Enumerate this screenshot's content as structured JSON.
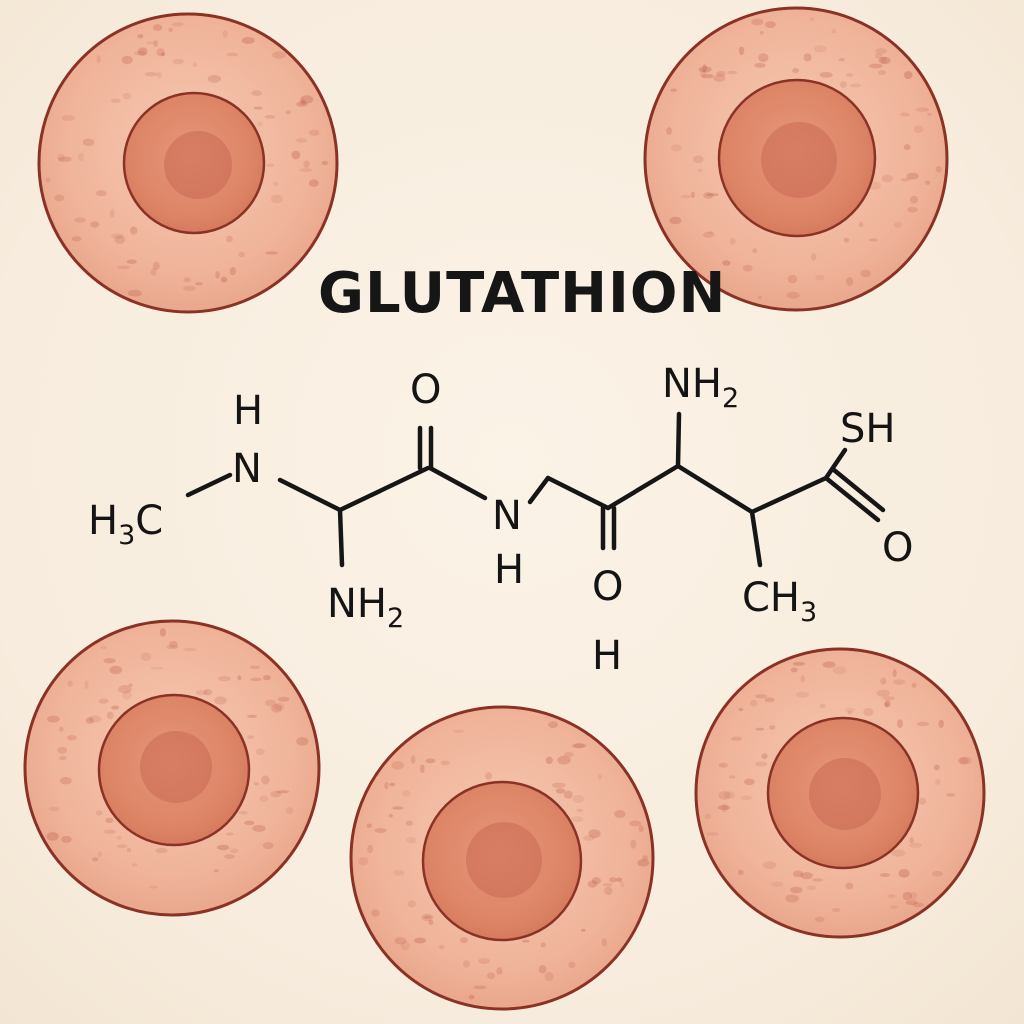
{
  "title": "GLUTATHION",
  "colors": {
    "background": "#f8efe2",
    "cell_fill": "#f0b49a",
    "cell_outline": "#8a3226",
    "nucleus_fill": "#dd8466",
    "nucleus_outline": "#8a3226",
    "chromatin": "#b95a47",
    "ink": "#161616"
  },
  "cells": [
    {
      "label": ""
    },
    {
      "label": ""
    },
    {
      "label": ""
    },
    {
      "label": ""
    },
    {
      "label": ""
    }
  ],
  "molecule": {
    "atoms": {
      "h_top_left": "H",
      "n_left": "N",
      "h3c": {
        "main": "H",
        "sub": "3",
        "tail": "C"
      },
      "o_top": "O",
      "nh2_left": {
        "main": "NH",
        "sub": "2"
      },
      "n_mid": "N",
      "h_mid": "H",
      "o_lower": "O",
      "h_lower": "H",
      "nh2_top": {
        "main": "NH",
        "sub": "2"
      },
      "sh": "SH",
      "o_right": "O",
      "ch3": {
        "main": "CH",
        "sub": "3"
      }
    }
  }
}
